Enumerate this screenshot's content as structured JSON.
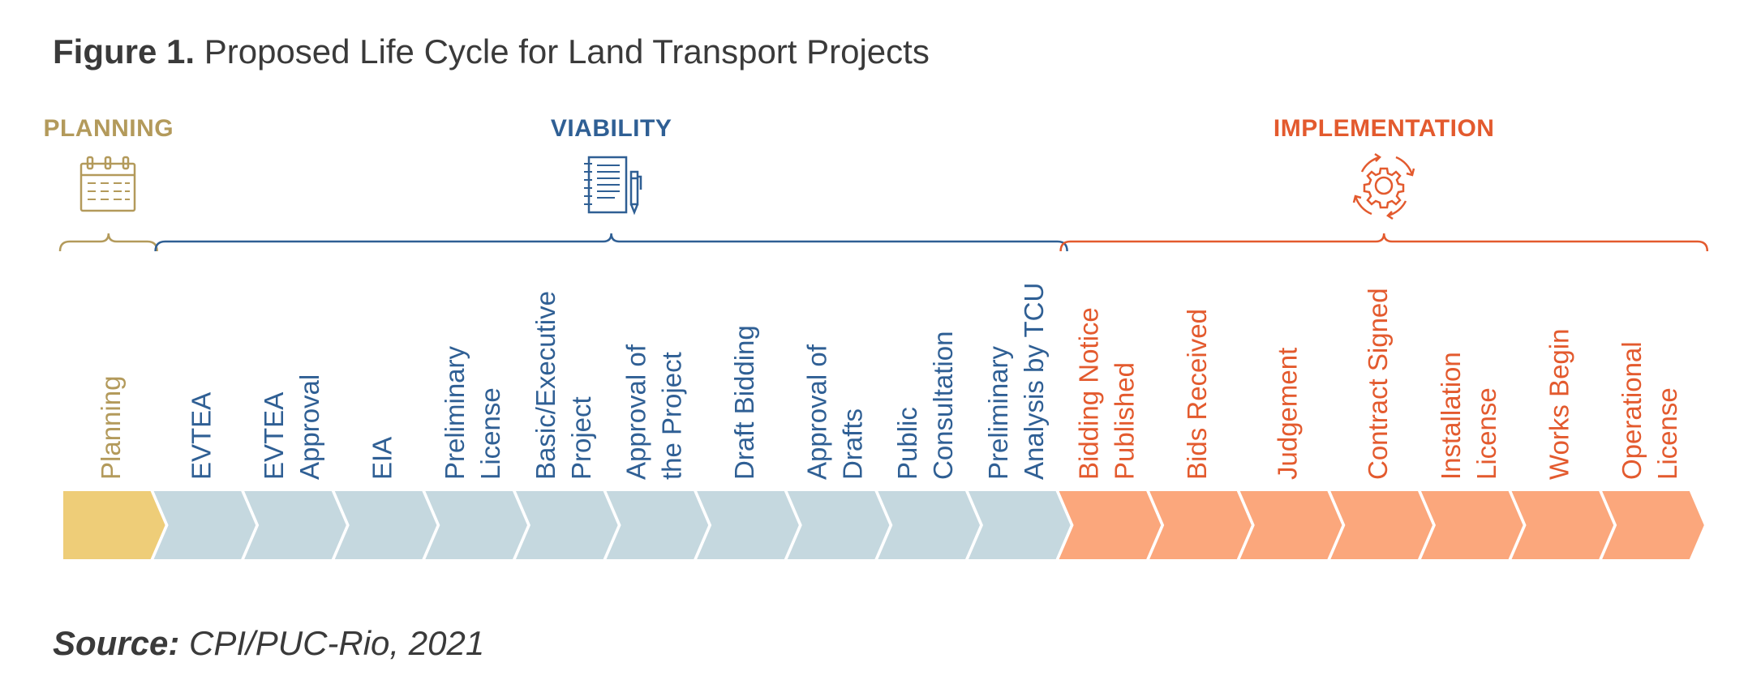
{
  "figure": {
    "label": "Figure 1.",
    "title": "Proposed Life Cycle for Land Transport Projects"
  },
  "source": {
    "label": "Source:",
    "text": "CPI/PUC-Rio, 2021"
  },
  "colors": {
    "planning": "#B39A5B",
    "planning_fill": "#EECD78",
    "viability": "#2F5F94",
    "viability_fill": "#C5D8DF",
    "implementation": "#E35A2E",
    "implementation_fill": "#FBA77C",
    "text": "#3A3A3A"
  },
  "phases": [
    {
      "key": "planning",
      "label": "PLANNING",
      "icon": "calendar-icon"
    },
    {
      "key": "viability",
      "label": "VIABILITY",
      "icon": "notepad-pen-icon"
    },
    {
      "key": "implementation",
      "label": "IMPLEMENTATION",
      "icon": "gear-cycle-icon"
    }
  ],
  "steps": [
    {
      "phase": "planning",
      "lines": [
        "Planning"
      ]
    },
    {
      "phase": "viability",
      "lines": [
        "EVTEA"
      ]
    },
    {
      "phase": "viability",
      "lines": [
        "EVTEA",
        "Approval"
      ]
    },
    {
      "phase": "viability",
      "lines": [
        "EIA"
      ]
    },
    {
      "phase": "viability",
      "lines": [
        "Preliminary",
        "License"
      ]
    },
    {
      "phase": "viability",
      "lines": [
        "Basic/Executive",
        "Project"
      ]
    },
    {
      "phase": "viability",
      "lines": [
        "Approval of",
        "the Project"
      ]
    },
    {
      "phase": "viability",
      "lines": [
        "Draft Bidding"
      ]
    },
    {
      "phase": "viability",
      "lines": [
        "Approval of",
        "Drafts"
      ]
    },
    {
      "phase": "viability",
      "lines": [
        "Public",
        "Consultation"
      ]
    },
    {
      "phase": "viability",
      "lines": [
        "Preliminary",
        "Analysis by TCU"
      ]
    },
    {
      "phase": "implementation",
      "lines": [
        "Bidding Notice",
        "Published"
      ]
    },
    {
      "phase": "implementation",
      "lines": [
        "Bids Received"
      ]
    },
    {
      "phase": "implementation",
      "lines": [
        "Judgement"
      ]
    },
    {
      "phase": "implementation",
      "lines": [
        "Contract Signed"
      ]
    },
    {
      "phase": "implementation",
      "lines": [
        "Installation",
        "License"
      ]
    },
    {
      "phase": "implementation",
      "lines": [
        "Works Begin"
      ]
    },
    {
      "phase": "implementation",
      "lines": [
        "Operational",
        "License"
      ]
    }
  ]
}
